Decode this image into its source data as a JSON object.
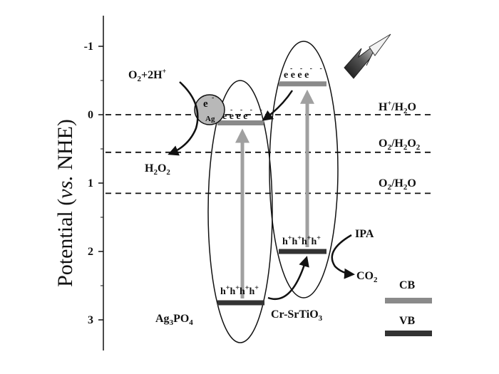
{
  "colors": {
    "cb": "#8a8a8a",
    "vb": "#333333",
    "arrow_gray": "#a0a0a0",
    "ag_particle": "#b8b8b8",
    "line": "#111111"
  },
  "axis": {
    "title_main": "Potential (",
    "title_italic": "vs.",
    "title_end": " NHE)",
    "range": [
      -1.4,
      3.5
    ],
    "ticks": [
      {
        "value": -1,
        "label": "-1"
      },
      {
        "value": 0,
        "label": "0"
      },
      {
        "value": 1,
        "label": "1"
      },
      {
        "value": 2,
        "label": "2"
      },
      {
        "value": 3,
        "label": "3"
      }
    ]
  },
  "references": [
    {
      "potential": 0.0,
      "label": "H+/H2O"
    },
    {
      "potential": 0.55,
      "label": "O2/H2O2"
    },
    {
      "potential": 1.15,
      "label": "O2/H2O"
    }
  ],
  "ag3po4": {
    "label": "Ag3PO4",
    "cb": 0.12,
    "vb": 2.75,
    "electrons": "e e e e",
    "holes": "h h h h"
  },
  "srtio3": {
    "label": "Cr-SrTiO3",
    "cb": -0.45,
    "vb": 2.0,
    "electrons": "e e e e",
    "holes": "h h h h"
  },
  "ag_particle": {
    "e_label": "e",
    "label": "Ag"
  },
  "reactions": {
    "reactant": "O2+2H+",
    "product": "H2O2",
    "donor": "IPA",
    "donor_product": "CO2"
  },
  "legend": {
    "cb_label": "CB",
    "vb_label": "VB"
  },
  "icons": {
    "light": "lightning-bolt-icon"
  }
}
